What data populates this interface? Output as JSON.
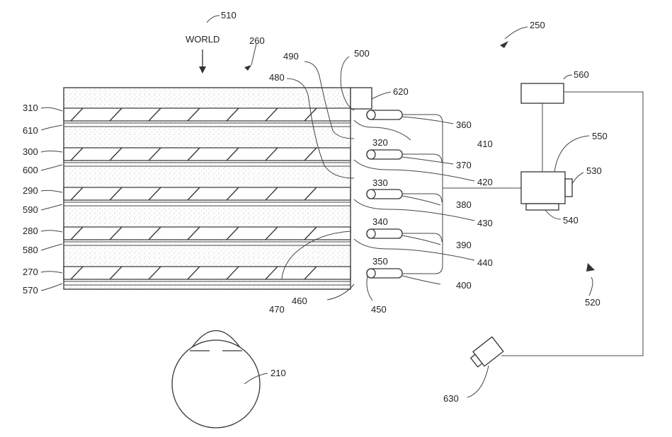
{
  "labels": {
    "world": "WORLD",
    "l510": "510",
    "l260": "260",
    "l250": "250",
    "l490": "490",
    "l500": "500",
    "l480": "480",
    "l620": "620",
    "l310": "310",
    "l610": "610",
    "l300": "300",
    "l600": "600",
    "l290": "290",
    "l590": "590",
    "l280": "280",
    "l580": "580",
    "l270": "270",
    "l570": "570",
    "l320": "320",
    "l330": "330",
    "l340": "340",
    "l350": "350",
    "l360": "360",
    "l370": "370",
    "l380": "380",
    "l390": "390",
    "l400": "400",
    "l410": "410",
    "l420": "420",
    "l430": "430",
    "l440": "440",
    "l450": "450",
    "l460": "460",
    "l470": "470",
    "l210": "210",
    "l560": "560",
    "l550": "550",
    "l530": "530",
    "l540": "540",
    "l520": "520",
    "l630": "630"
  }
}
